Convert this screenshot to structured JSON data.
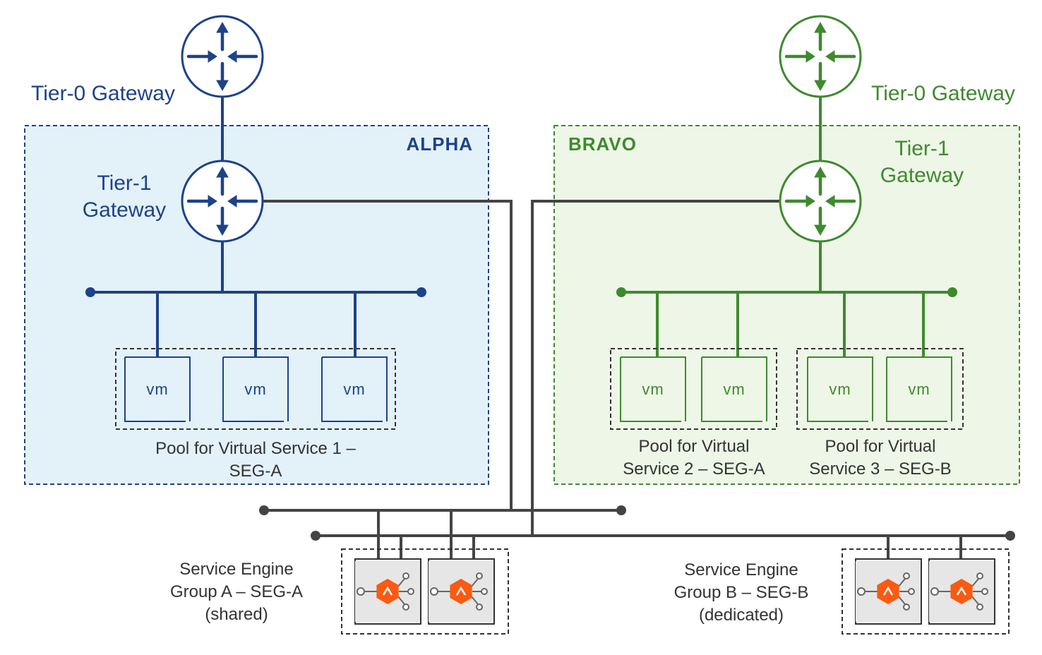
{
  "colors": {
    "alpha": "#1d428a",
    "alpha_fill": "#e3f1f9",
    "bravo": "#3e8a2e",
    "bravo_fill": "#eef6e7",
    "network": "#444444",
    "service_engine": "#fa5a12"
  },
  "icons": {
    "router": "router-icon",
    "vm": "vm-box-icon",
    "service_engine": "service-engine-icon"
  },
  "alpha": {
    "zone_label": "ALPHA",
    "tier0_label": "Tier-0 Gateway",
    "tier1_label_line1": "Tier-1",
    "tier1_label_line2": "Gateway",
    "vm_labels": [
      "vm",
      "vm",
      "vm"
    ],
    "pool_label_line1": "Pool for Virtual Service 1 –",
    "pool_label_line2": "SEG-A"
  },
  "bravo": {
    "zone_label": "BRAVO",
    "tier0_label": "Tier-0 Gateway",
    "tier1_label_line1": "Tier-1",
    "tier1_label_line2": "Gateway",
    "pool2": {
      "vm_labels": [
        "vm",
        "vm"
      ],
      "label_line1": "Pool for Virtual",
      "label_line2": "Service 2 – SEG-A"
    },
    "pool3": {
      "vm_labels": [
        "vm",
        "vm"
      ],
      "label_line1": "Pool for Virtual",
      "label_line2": "Service 3 – SEG-B"
    }
  },
  "seg_a": {
    "label_line1": "Service Engine",
    "label_line2": "Group A – SEG-A",
    "label_line3": "(shared)"
  },
  "seg_b": {
    "label_line1": "Service Engine",
    "label_line2": "Group B – SEG-B",
    "label_line3": "(dedicated)"
  }
}
